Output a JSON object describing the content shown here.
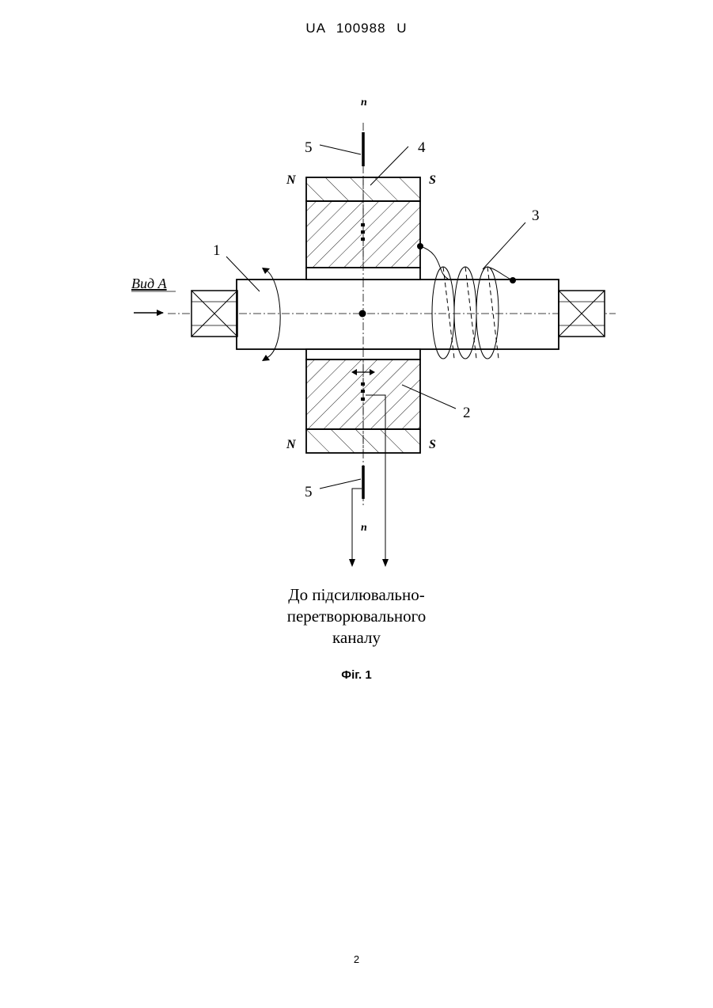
{
  "header": {
    "doc_number": "UA  100988  U"
  },
  "diagram": {
    "labels": {
      "axis_n_top": "n",
      "axis_n_bottom": "n",
      "callout_1": "1",
      "callout_2": "2",
      "callout_3": "3",
      "callout_4": "4",
      "callout_5_top": "5",
      "callout_5_bottom": "5",
      "pole_n_top": "N",
      "pole_s_top": "S",
      "pole_n_bottom": "N",
      "pole_s_bottom": "S",
      "view_label": "Вид A"
    },
    "caption_lines": [
      "До підсилювально-",
      "перетворювального",
      "каналу"
    ]
  },
  "figure_label": "Фіг. 1",
  "page_number": "2"
}
